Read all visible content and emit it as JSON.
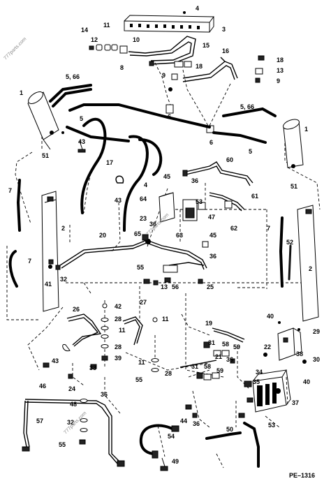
{
  "diagram": {
    "page_code": "PE–1316",
    "watermark": "777parts.com",
    "watermark_mid": "777parts.com",
    "callouts": {
      "c4": "4",
      "c3": "3",
      "c14": "14",
      "c11a": "11",
      "c12": "12",
      "c10": "10",
      "c15": "15",
      "c16": "16",
      "c18a": "18",
      "c13a": "13",
      "c9a": "9",
      "c8": "8",
      "c18b": "18",
      "c9b": "9",
      "c566a": "5, 66",
      "c566b": "5, 66",
      "c1a": "1",
      "c1b": "1",
      "c5a": "5",
      "c5b": "5",
      "c6a": "6",
      "c6b": "6",
      "c51a": "51",
      "c51b": "51",
      "c43a": "43",
      "c43b": "43",
      "c17": "17",
      "c7a": "7",
      "c7b": "7",
      "c7c": "7",
      "c60": "60",
      "c45a": "45",
      "c36a": "36",
      "c4b": "4",
      "c64": "64",
      "c23": "23",
      "c61": "61",
      "c62": "62",
      "c47": "47",
      "c53": "53",
      "c2a": "2",
      "c2b": "2",
      "c20": "20",
      "c65": "65",
      "c36b": "36",
      "c63": "63",
      "c45b": "45",
      "c36c": "36",
      "c52": "52",
      "c41": "41",
      "c32": "32",
      "c55a": "55",
      "c13b": "13",
      "c56": "56",
      "c25": "25",
      "c42": "42",
      "c28a": "28",
      "c11b": "11",
      "c28b": "28",
      "c39": "39",
      "c26": "26",
      "c27": "27",
      "c11c": "11",
      "c40a": "40",
      "c29": "29",
      "c19": "19",
      "c31a": "31",
      "c58a": "58",
      "c59a": "59",
      "c21": "21",
      "c22": "22",
      "c38": "38",
      "c36d": "36",
      "c30": "30",
      "c40b": "40",
      "c43c": "43",
      "c46": "46",
      "c33": "33",
      "c24": "24",
      "c36e": "36",
      "c11d": "11",
      "c28c": "28",
      "c55b": "55",
      "c31b": "31",
      "c58b": "58",
      "c59b": "59",
      "c34": "34",
      "c35": "35",
      "c37": "37",
      "c57": "57",
      "c48": "48",
      "c32b": "32",
      "c55c": "55",
      "c44": "44",
      "c36f": "36",
      "c50": "50",
      "c53b": "53",
      "c54": "54",
      "c49": "49"
    }
  }
}
